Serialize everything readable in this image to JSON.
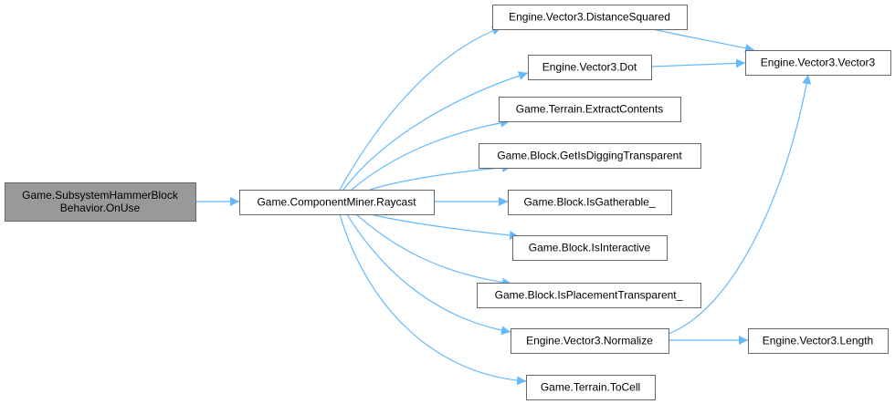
{
  "diagram": {
    "type": "call-graph",
    "colors": {
      "edge": "#63b8ff",
      "node_border": "#666666",
      "node_fill": "#ffffff",
      "root_fill": "#999999",
      "text": "#000000"
    },
    "nodes": [
      {
        "id": "root",
        "lines": [
          "Game.SubsystemHammerBlock",
          "Behavior.OnUse"
        ],
        "root": true
      },
      {
        "id": "raycast",
        "lines": [
          "Game.ComponentMiner.Raycast"
        ]
      },
      {
        "id": "distsq",
        "lines": [
          "Engine.Vector3.DistanceSquared"
        ]
      },
      {
        "id": "dot",
        "lines": [
          "Engine.Vector3.Dot"
        ]
      },
      {
        "id": "extract",
        "lines": [
          "Game.Terrain.ExtractContents"
        ]
      },
      {
        "id": "digtrans",
        "lines": [
          "Game.Block.GetIsDiggingTransparent"
        ]
      },
      {
        "id": "gather",
        "lines": [
          "Game.Block.IsGatherable_"
        ]
      },
      {
        "id": "interactive",
        "lines": [
          "Game.Block.IsInteractive"
        ]
      },
      {
        "id": "placetrans",
        "lines": [
          "Game.Block.IsPlacementTransparent_"
        ]
      },
      {
        "id": "normalize",
        "lines": [
          "Engine.Vector3.Normalize"
        ]
      },
      {
        "id": "tocell",
        "lines": [
          "Game.Terrain.ToCell"
        ]
      },
      {
        "id": "vec3",
        "lines": [
          "Engine.Vector3.Vector3"
        ]
      },
      {
        "id": "length",
        "lines": [
          "Engine.Vector3.Length"
        ]
      }
    ],
    "edges": [
      {
        "from": "root",
        "to": "raycast"
      },
      {
        "from": "raycast",
        "to": "distsq"
      },
      {
        "from": "raycast",
        "to": "dot"
      },
      {
        "from": "raycast",
        "to": "extract"
      },
      {
        "from": "raycast",
        "to": "digtrans"
      },
      {
        "from": "raycast",
        "to": "gather"
      },
      {
        "from": "raycast",
        "to": "interactive"
      },
      {
        "from": "raycast",
        "to": "placetrans"
      },
      {
        "from": "raycast",
        "to": "normalize"
      },
      {
        "from": "raycast",
        "to": "tocell"
      },
      {
        "from": "distsq",
        "to": "vec3"
      },
      {
        "from": "dot",
        "to": "vec3"
      },
      {
        "from": "normalize",
        "to": "vec3"
      },
      {
        "from": "normalize",
        "to": "length"
      }
    ]
  }
}
